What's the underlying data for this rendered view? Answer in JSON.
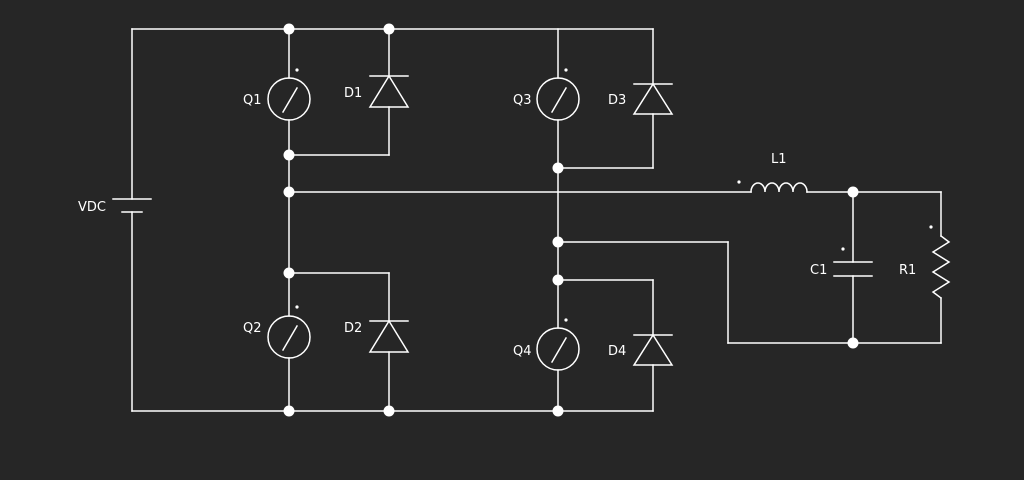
{
  "colors": {
    "background": "#262626",
    "stroke": "#ffffff",
    "text": "#ffffff"
  },
  "components": {
    "vdc": "VDC",
    "q1": "Q1",
    "q2": "Q2",
    "q3": "Q3",
    "q4": "Q4",
    "d1": "D1",
    "d2": "D2",
    "d3": "D3",
    "d4": "D4",
    "l1": "L1",
    "c1": "C1",
    "r1": "R1"
  }
}
